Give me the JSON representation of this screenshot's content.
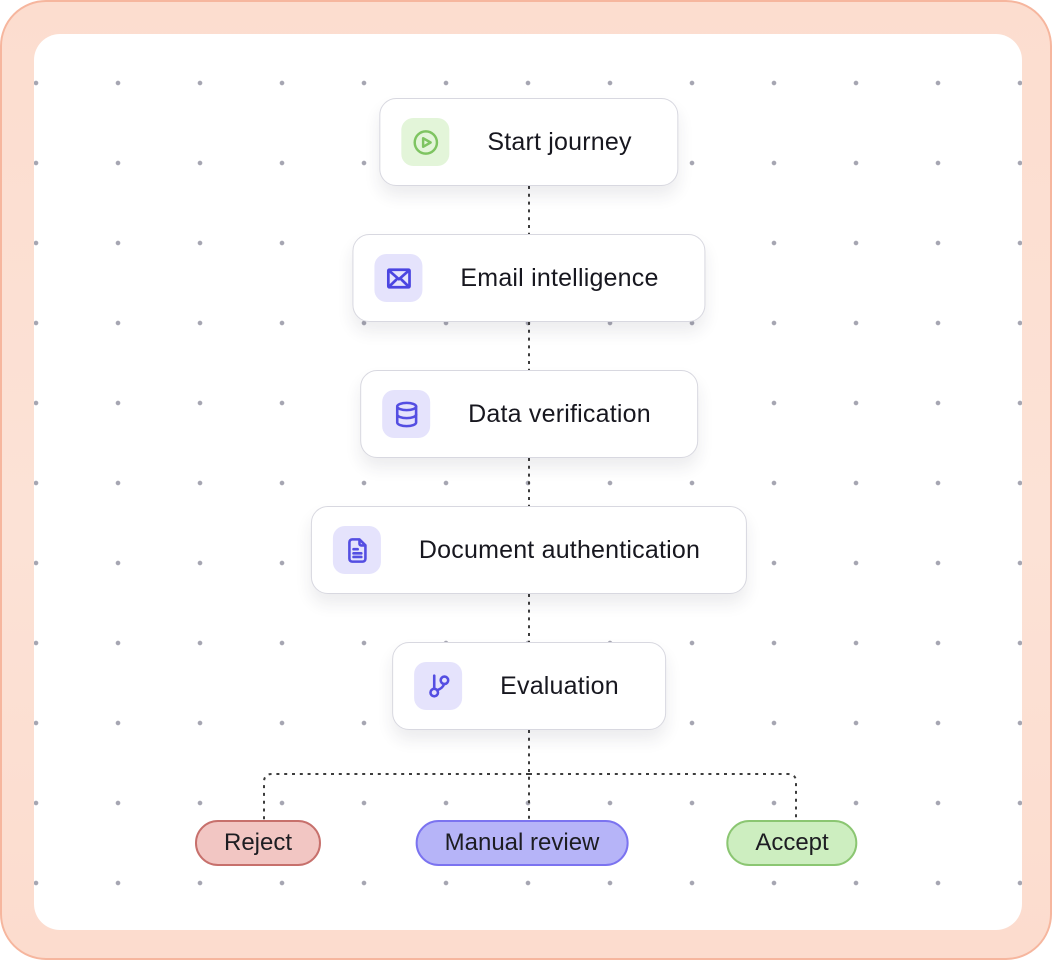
{
  "flow": {
    "title_semantics": "onboarding decision workflow",
    "nodes": [
      {
        "id": "start-journey",
        "label": "Start journey",
        "icon": "play-circle-icon",
        "icon_color": "#7ec461",
        "badge_bg": "#e3f5d9"
      },
      {
        "id": "email-intelligence",
        "label": "Email intelligence",
        "icon": "mail-icon",
        "icon_color": "#4b45e1",
        "badge_bg": "#e5e3fc"
      },
      {
        "id": "data-verification",
        "label": "Data verification",
        "icon": "database-icon",
        "icon_color": "#544ee2",
        "badge_bg": "#e5e3fc"
      },
      {
        "id": "document-authentication",
        "label": "Document authentication",
        "icon": "file-text-icon",
        "icon_color": "#544ee2",
        "badge_bg": "#e5e3fc"
      },
      {
        "id": "evaluation",
        "label": "Evaluation",
        "icon": "branch-icon",
        "icon_color": "#544ee2",
        "badge_bg": "#e5e3fc"
      }
    ],
    "outcomes": [
      {
        "id": "reject",
        "label": "Reject",
        "bg": "#f2c6c3",
        "border": "#c7706c"
      },
      {
        "id": "manual-review",
        "label": "Manual review",
        "bg": "#b6b4f8",
        "border": "#7b73f0"
      },
      {
        "id": "accept",
        "label": "Accept",
        "bg": "#cdeec0",
        "border": "#8bc672"
      }
    ],
    "connector_style": {
      "color": "#3c3c3c",
      "pattern": "dashed"
    }
  },
  "colors": {
    "frame_bg": "#fce0d3",
    "frame_border": "#f6b69e",
    "canvas_bg": "#ffffff",
    "dot_grid": "#a6a6b2",
    "card_border": "#d8d8e0",
    "text": "#17171f"
  }
}
